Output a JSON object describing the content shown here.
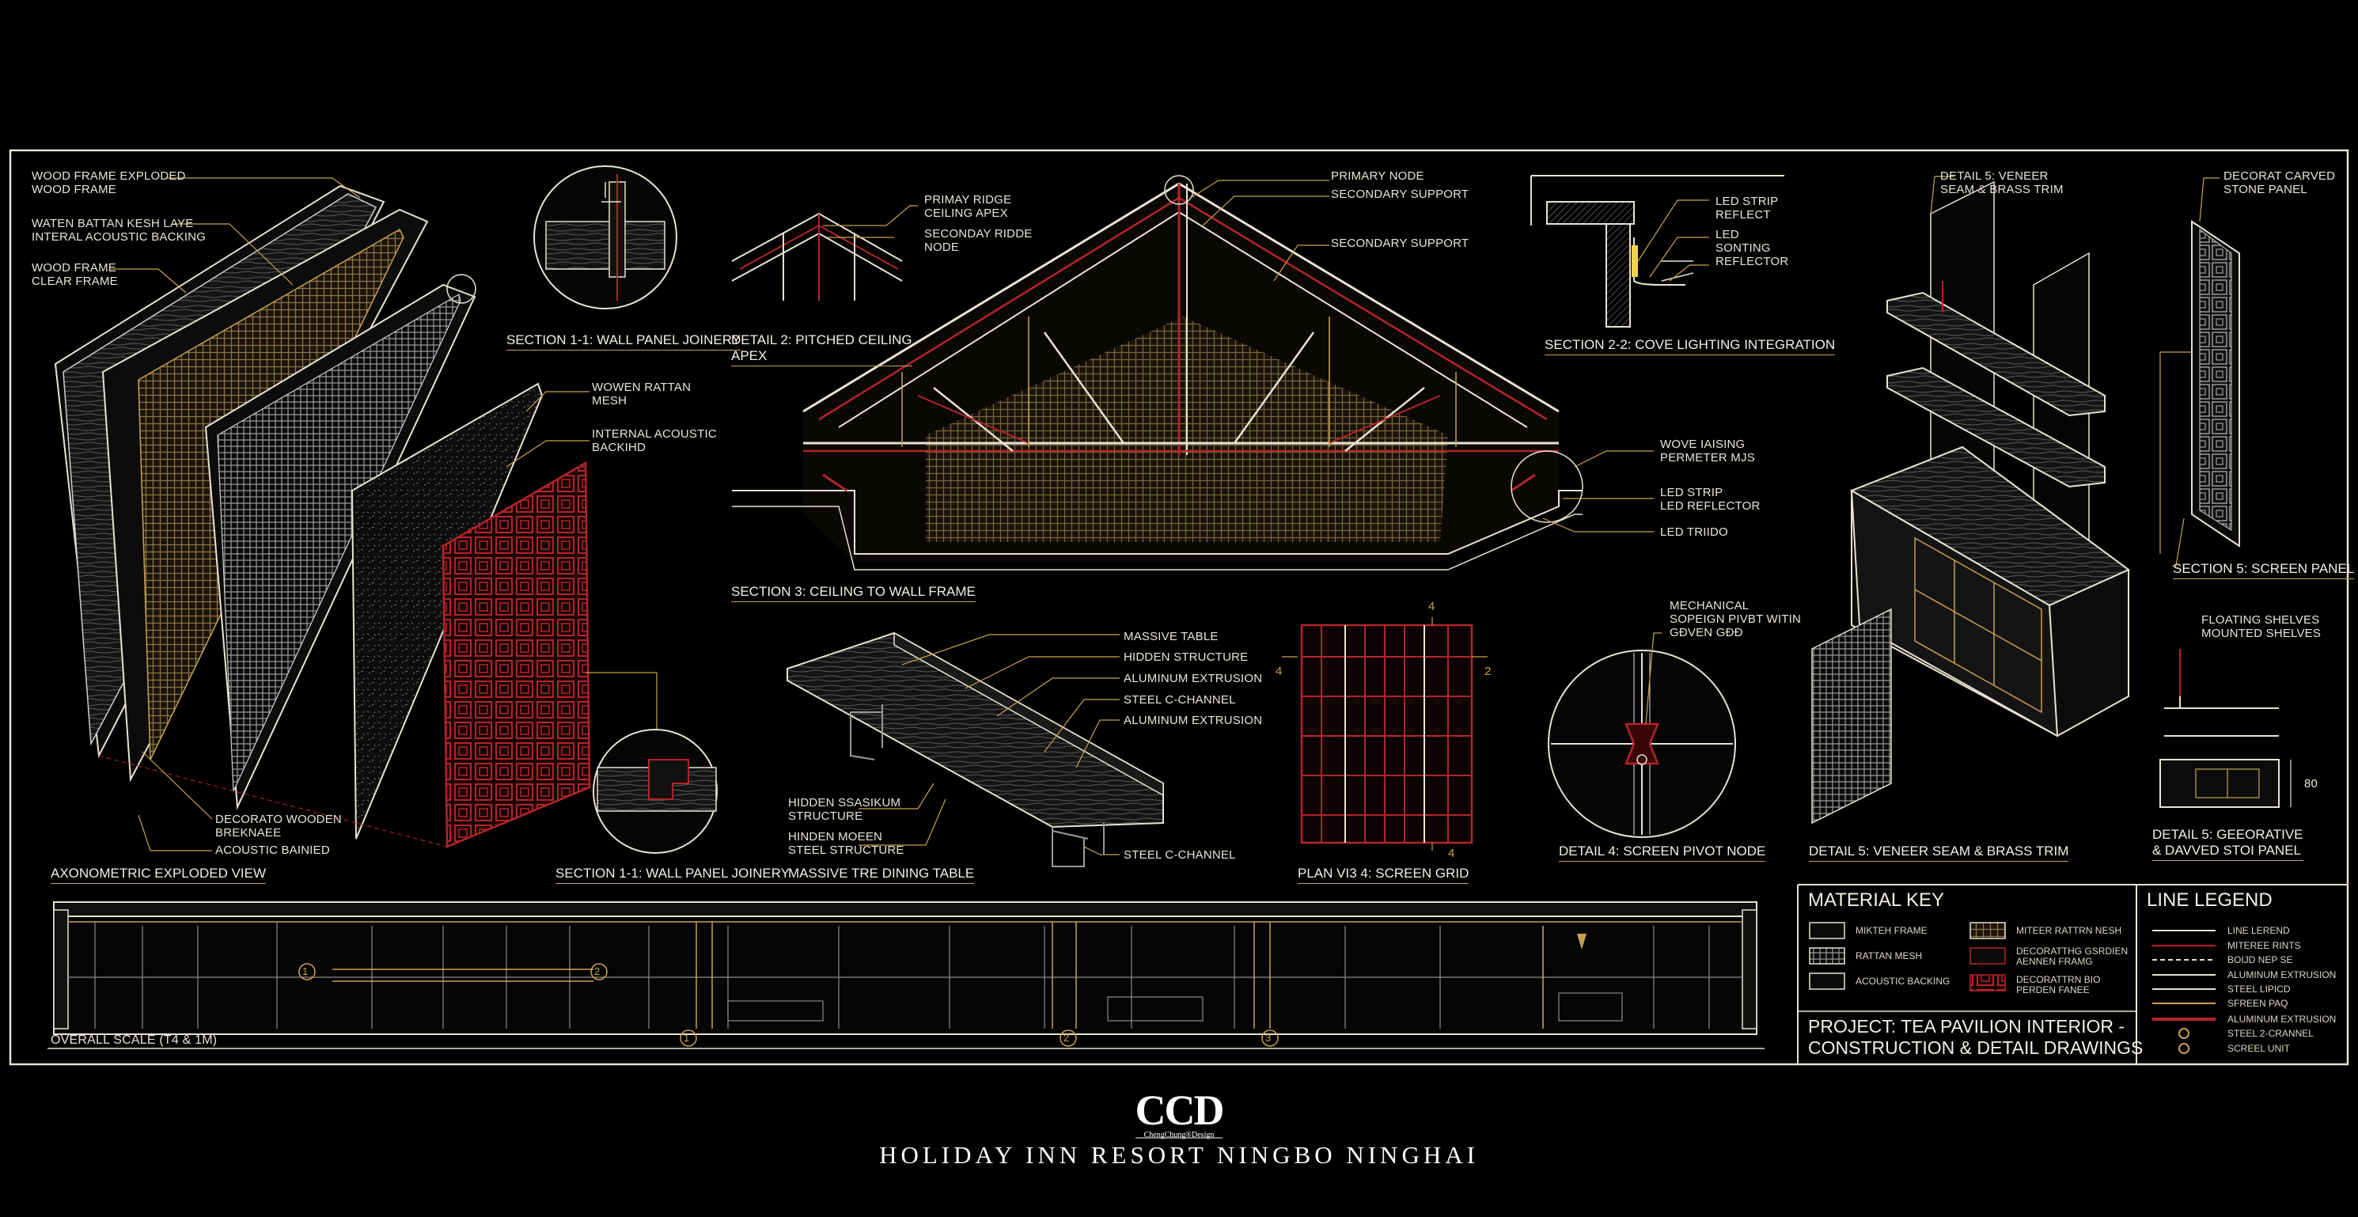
{
  "colors": {
    "background": "#000000",
    "line": "#e8e2d2",
    "accent_red": "#b3242a",
    "accent_gold": "#c9a24e"
  },
  "labels": {
    "exploded": {
      "l1": "WOOD FRAME EXPLODED\nWOOD FRAME",
      "l2": "WATEN BATTAN KESH LAYE\nINTERAL ACOUSTIC BACKING",
      "l3": "WOOD FRAME\nCLEAR FRAME",
      "l4": "WOWEN RATTAN\nMESH",
      "l5": "INTERNAL ACOUSTIC\nBACKIHD",
      "l6": "DECORATO WOODEN\nBREKNAEE",
      "l7": "ACOUSTIC BAINIED",
      "title": "AXONOMETRIC EXPLODED VIEW"
    },
    "sec11_top": {
      "title": "SECTION 1-1: WALL PANEL JOINERY"
    },
    "sec11_bottom": {
      "title": "SECTION 1-1: WALL PANEL JOINERY"
    },
    "detail2": {
      "l1": "PRIMAY RIDGE\nCEILING APEX",
      "l2": "SECONDAY RIDDE\nNODE",
      "title": "DETAIL 2: PITCHED CEILING\nAPEX"
    },
    "sec3": {
      "l1": "PRIMARY NODE",
      "l2": "SECONDARY SUPPORT",
      "l3": "SECONDARY SUPPORT",
      "title": "SECTION 3: CEILING TO WALL FRAME"
    },
    "cove": {
      "l1": "LED STRIP\nREFLECT",
      "l2": "LED\nSONTING\nREFLECTOR",
      "l3": "WOVE IAISING\nPERMETER MJS",
      "l4": "LED STRIP\nLED REFLECTOR",
      "l5": "LED TRIIDO",
      "title": "SECTION 2-2: COVE LIGHTING INTEGRATION"
    },
    "table": {
      "l1": "MASSIVE TABLE",
      "l2": "HIDDEN STRUCTURE",
      "l3": "ALUMINUM EXTRUSION",
      "l4": "STEEL C-CHANNEL",
      "l5": "ALUMINUM EXTRUSION",
      "l6": "HIDDEN SSASIKUM\nSTRUCTURE",
      "l7": "HINDEN MOEEN\nSTEEL STRUCTURE",
      "l8": "STEEL C-CHANNEL",
      "title": "MASSIVE TRE DINING TABLE"
    },
    "plan": {
      "title": "PLAN VI3 4: SCREEN GRID",
      "m1": "4",
      "m2": "4",
      "m3": "2",
      "m4": "4"
    },
    "detail4": {
      "l1": "MECHANICAL\nSOPEIGN PIVBT WITIN\nGÐVEN GÐÐ",
      "title": "DETAIL 4: SCREEN PIVOT NODE"
    },
    "detail5": {
      "l1": "DETAIL 5: VENEER\nSEAM & BRASS TRIM",
      "title": "DETAIL 5: VENEER SEAM & BRASS TRIM"
    },
    "sec5": {
      "l1": "DECORAT CARVED\nSTONE PANEL",
      "title": "SECTION 5: SCREEN PANEL",
      "l2": "FLOATING SHELVES\nMOUNTED SHELVES",
      "title2": "DETAIL 5: GEEORATIVE\n& DAVVED STOI PANEL",
      "dim": "80"
    },
    "elevation": {
      "title": "OVERALL SCALE  (T4 & 1M)",
      "m1": "1",
      "m2": "2",
      "m3": "1",
      "m4": "2",
      "m5": "3"
    }
  },
  "material_key": {
    "title": "MATERIAL KEY",
    "items": [
      "MIKTEH FRAME",
      "RATTAN MESH",
      "ACOUSTIC BACKING",
      "MITEER RATTRN NESH",
      "DECORATTHG GSRDIEN\nAENNEN FRAMG",
      "DECORATTRN BIO\nPERDEN FANEE"
    ]
  },
  "line_legend": {
    "title": "LINE LEGEND",
    "items": [
      "LINE LEREND",
      "MITEREE RINTS",
      "BOIJD NEP SE",
      "ALUMINUM EXTRUSION",
      "STEEL LIPICD",
      "SFREEN PAQ",
      "ALUMINUM EXTRUSION",
      "STEEL 2-CRANNEL",
      "SCREEL UNIT"
    ]
  },
  "project": {
    "title": "PROJECT: TEA PAVILION INTERIOR -\nCONSTRUCTION & DETAIL DRAWINGS"
  },
  "brand": {
    "logo": "CCD",
    "logo_sub": "ChengChung®Design",
    "caption": "HOLIDAY INN RESORT NINGBO NINGHAI"
  }
}
